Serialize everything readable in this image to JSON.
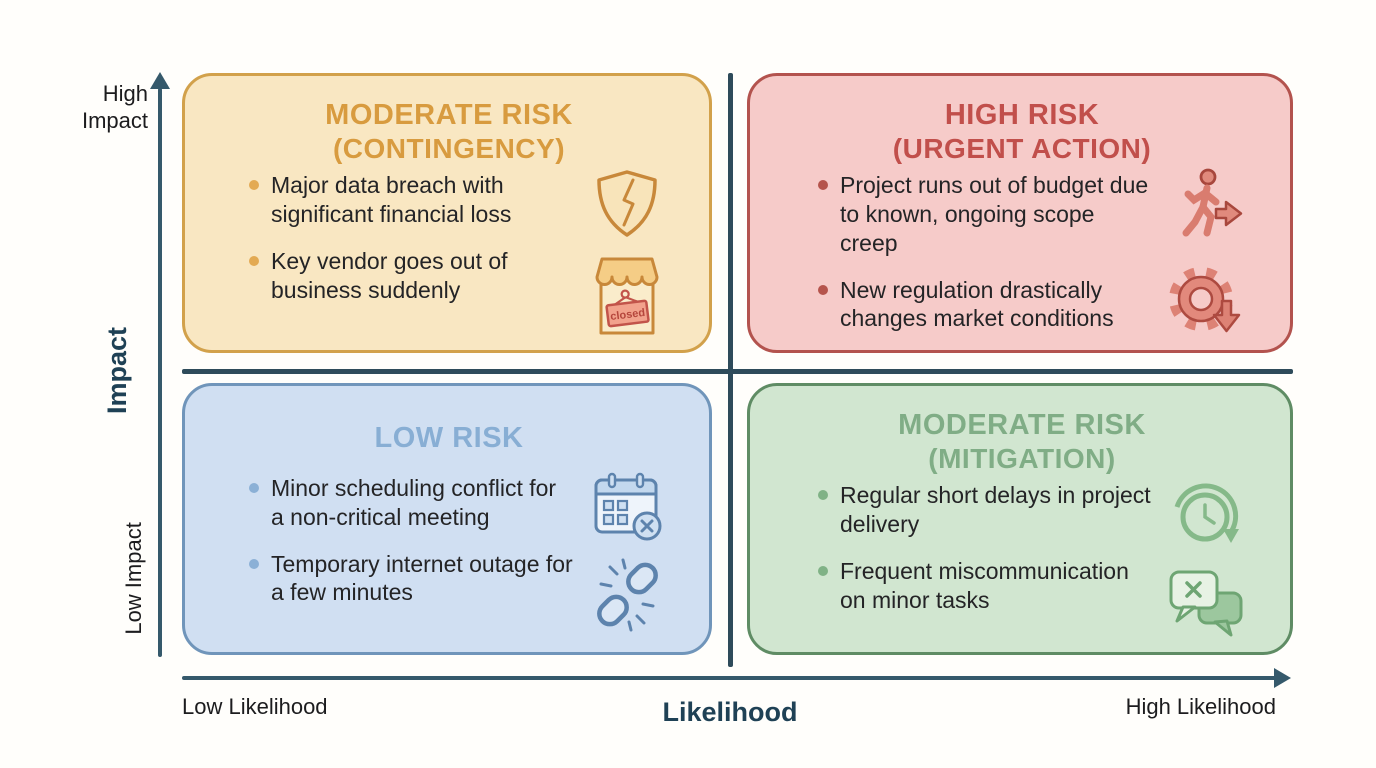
{
  "axes": {
    "y_name": "Impact",
    "y_high": "High Impact",
    "y_low": "Low Impact",
    "x_name": "Likelihood",
    "x_low": "Low Likelihood",
    "x_high": "High Likelihood",
    "axis_color": "#35596b",
    "divider_color": "#2e4b5a"
  },
  "quadrants": [
    {
      "id": "moderate-risk-contingency",
      "title_line1": "MODERATE RISK",
      "title_line2": "(CONTINGENCY)",
      "bullets": [
        "Major data breach with significant financial loss",
        "Key vendor goes out of business suddenly"
      ],
      "icons": [
        "broken-shield-icon",
        "closed-store-icon"
      ],
      "sign_text": "closed",
      "colors": {
        "fill": "#f9e7c2",
        "border": "#d2a14b",
        "title": "#d89b3f",
        "bullet_dot": "#e3aa53"
      }
    },
    {
      "id": "high-risk-urgent-action",
      "title_line1": "HIGH RISK",
      "title_line2": "(URGENT ACTION)",
      "bullets": [
        "Project runs out of budget due to known, ongoing scope creep",
        "New regulation drastically changes market conditions"
      ],
      "icons": [
        "person-leaving-icon",
        "gear-down-arrow-icon"
      ],
      "colors": {
        "fill": "#f6cbc9",
        "border": "#b3534e",
        "title": "#c14f4b",
        "bullet_dot": "#b5544c"
      }
    },
    {
      "id": "low-risk",
      "title_line1": "LOW RISK",
      "title_line2": "",
      "bullets": [
        "Minor scheduling conflict for a non-critical meeting",
        "Temporary internet outage for a few minutes"
      ],
      "icons": [
        "calendar-x-icon",
        "broken-chain-icon"
      ],
      "colors": {
        "fill": "#d0dff2",
        "border": "#7095ba",
        "title": "#88aed4",
        "bullet_dot": "#8bb0d6"
      }
    },
    {
      "id": "moderate-risk-mitigation",
      "title_line1": "MODERATE RISK",
      "title_line2": "(MITIGATION)",
      "bullets": [
        "Regular short delays in project delivery",
        "Frequent miscommunication on minor tasks"
      ],
      "icons": [
        "clock-history-icon",
        "chat-x-icon"
      ],
      "colors": {
        "fill": "#d1e6d0",
        "border": "#5f8c64",
        "title": "#80ad86",
        "bullet_dot": "#80b286"
      }
    }
  ]
}
